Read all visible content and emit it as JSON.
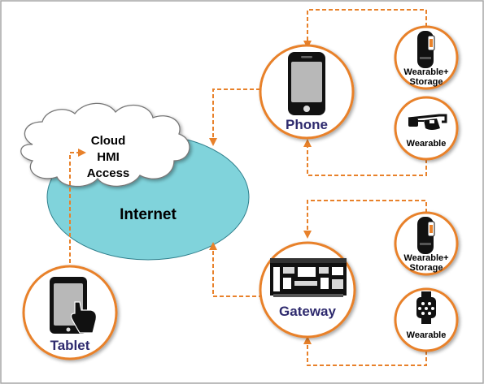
{
  "colors": {
    "accent": "#e8812a",
    "internet_fill": "#80d3db",
    "node_title": "#2e2a6e",
    "frame": "#a6a6a6"
  },
  "cloud": {
    "lines": [
      "Cloud",
      "HMI",
      "Access"
    ]
  },
  "internet": {
    "label": "Internet"
  },
  "phone": {
    "label": "Phone",
    "icon": "smartphone-icon"
  },
  "gateway": {
    "label": "Gateway",
    "icon": "circuit-board-icon"
  },
  "tablet": {
    "label": "Tablet",
    "icon": "tablet-touch-icon"
  },
  "phone_devices": [
    {
      "line1": "Wearable+",
      "line2": "Storage",
      "icon": "fitness-band-icon"
    },
    {
      "line1": "Wearable",
      "line2": "",
      "icon": "smart-glasses-icon"
    }
  ],
  "gateway_devices": [
    {
      "line1": "Wearable+",
      "line2": "Storage",
      "icon": "fitness-band-icon"
    },
    {
      "line1": "Wearable",
      "line2": "",
      "icon": "smartwatch-icon"
    }
  ]
}
